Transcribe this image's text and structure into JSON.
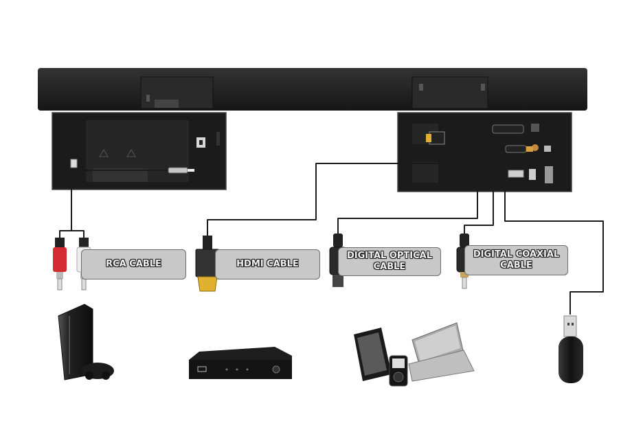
{
  "labels": {
    "rca": "RCA CABLE",
    "hdmi": "HDMI  CABLE",
    "optical": "DIGITAL OPTICAL\nCABLE",
    "coaxial": "DIGITAL COAXIAL\nCABLE"
  },
  "colors": {
    "soundbar": "#1d1d1d",
    "cable": "#1a1a1a",
    "rca_red": "#d42a32",
    "rca_white": "#e8e8e8",
    "hdmi_gold": "#e0b030",
    "label_bg": "#c8c8c8"
  },
  "icons": [
    "soundbar",
    "rca-plug-red",
    "rca-plug-white",
    "hdmi-plug",
    "optical-plug",
    "coaxial-plug",
    "usb-stick",
    "game-console",
    "set-top-box",
    "tablet-laptop-player"
  ]
}
